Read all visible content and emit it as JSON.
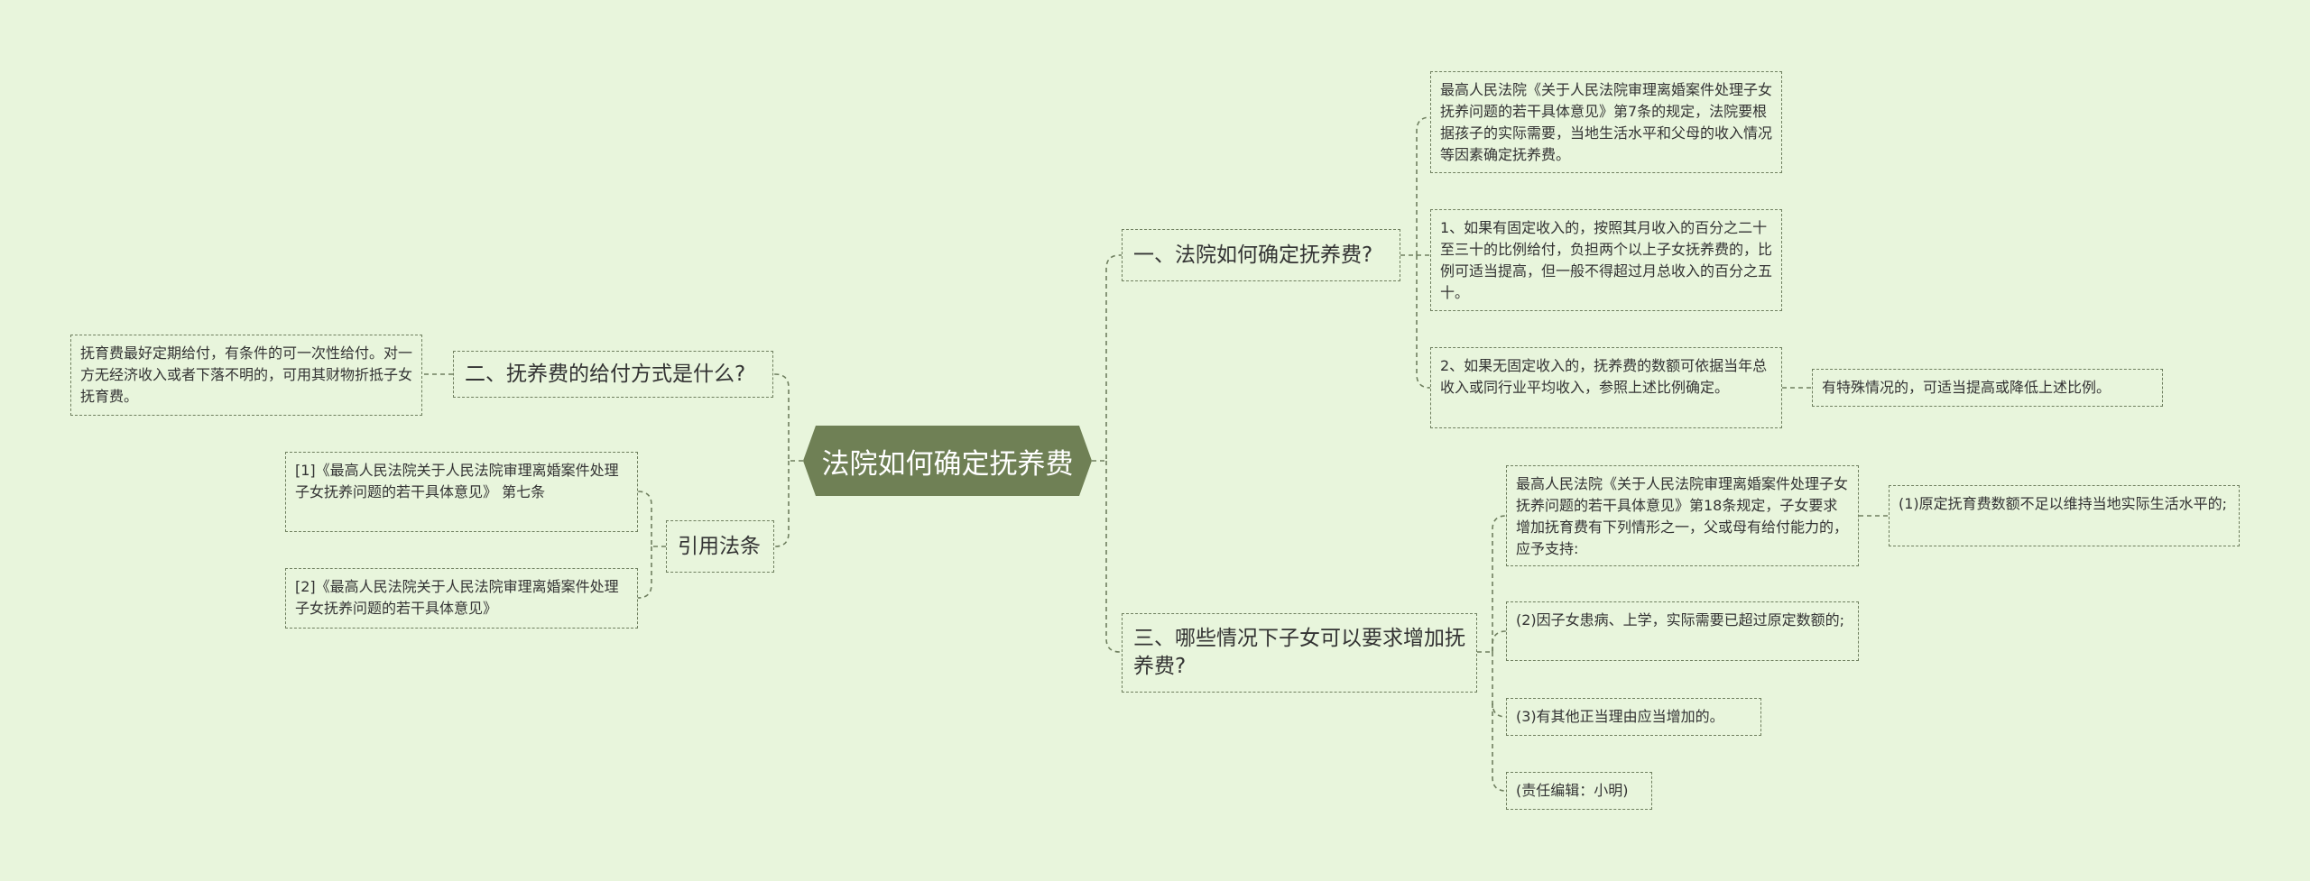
{
  "colors": {
    "background": "#e8f5dc",
    "root_fill": "#6f8055",
    "line": "#6f7f5f",
    "text": "#333333"
  },
  "root": {
    "title": "法院如何确定抚养费"
  },
  "branches": {
    "q1": {
      "title": "一、法院如何确定抚养费?",
      "notes": [
        "最高人民法院《关于人民法院审理离婚案件处理子女抚养问题的若干具体意见》第7条的规定，法院要根据孩子的实际需要，当地生活水平和父母的收入情况等因素确定抚养费。",
        "1、如果有固定收入的，按照其月收入的百分之二十至三十的比例给付，负担两个以上子女抚养费的，比例可适当提高，但一般不得超过月总收入的百分之五十。",
        "2、如果无固定收入的，抚养费的数额可依据当年总收入或同行业平均收入，参照上述比例确定。"
      ],
      "sub_note": "有特殊情况的，可适当提高或降低上述比例。"
    },
    "q2": {
      "title": "二、抚养费的给付方式是什么?",
      "note": "抚育费最好定期给付，有条件的可一次性给付。对一方无经济收入或者下落不明的，可用其财物折抵子女抚育费。"
    },
    "q3": {
      "title": "三、哪些情况下子女可以要求增加抚养费?",
      "notes": [
        "最高人民法院《关于人民法院审理离婚案件处理子女抚养问题的若干具体意见》第18条规定，子女要求增加抚育费有下列情形之一，父或母有给付能力的，应予支持:",
        "(2)因子女患病、上学，实际需要已超过原定数额的;",
        "(3)有其他正当理由应当增加的。",
        "(责任编辑：小明)"
      ],
      "sub_note": "(1)原定抚育费数额不足以维持当地实际生活水平的;"
    },
    "refs": {
      "title": "引用法条",
      "items": [
        "[1]《最高人民法院关于人民法院审理离婚案件处理子女抚养问题的若干具体意见》 第七条",
        "[2]《最高人民法院关于人民法院审理离婚案件处理子女抚养问题的若干具体意见》"
      ]
    }
  }
}
